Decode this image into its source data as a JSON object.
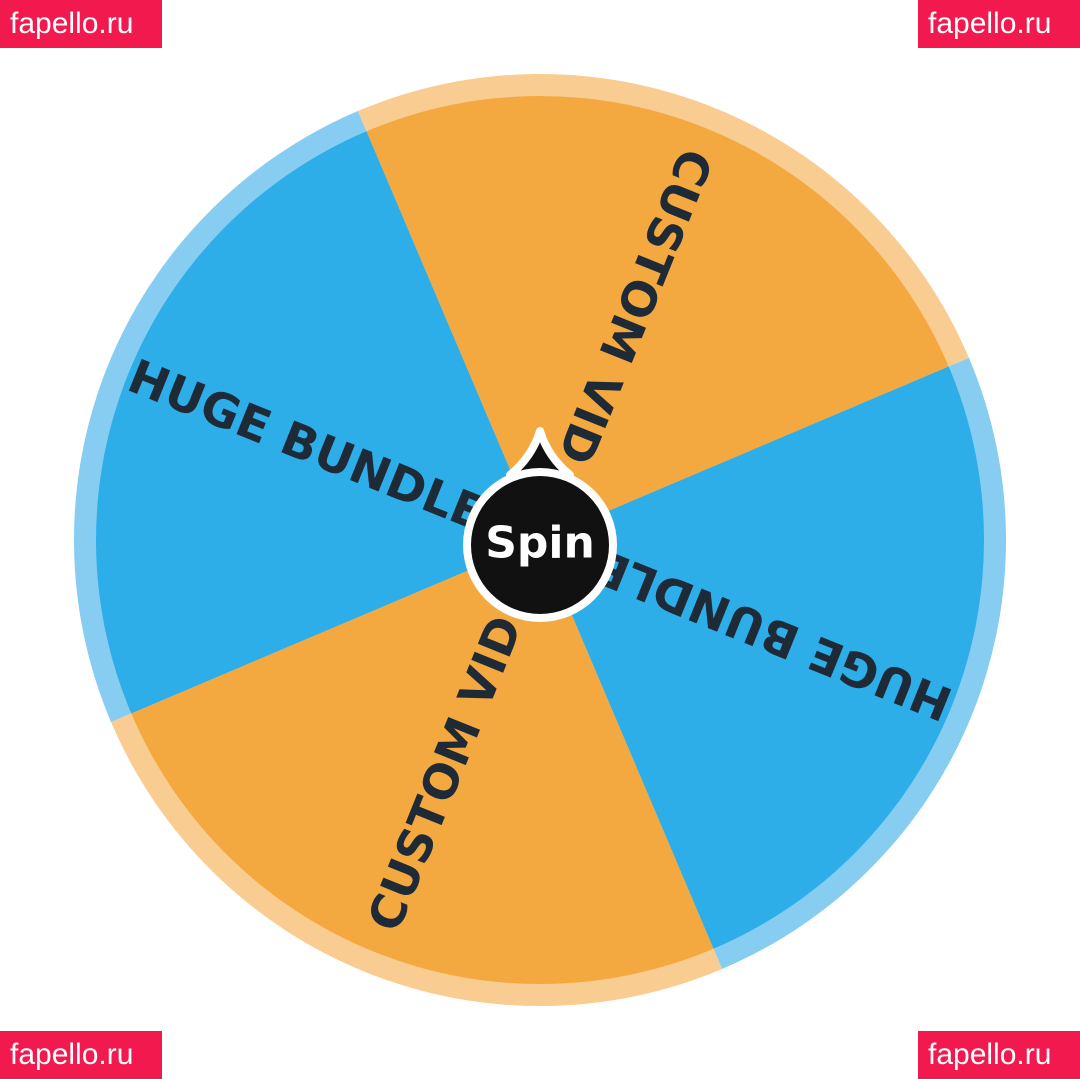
{
  "watermarks": {
    "top_left": "fapello.ru",
    "top_right": "fapello.ru",
    "bottom_left": "fapello.ru",
    "bottom_right": "fapello.ru"
  },
  "wheel": {
    "segments": [
      {
        "label": "HUGE BUNDLE",
        "color": "#2DAEE8",
        "rim": "#86CDF1"
      },
      {
        "label": "CUSTOM VID",
        "color": "#F4A940",
        "rim": "#F9CD91"
      },
      {
        "label": "HUGE BUNDLE",
        "color": "#2DAEE8",
        "rim": "#86CDF1"
      },
      {
        "label": "CUSTOM VID",
        "color": "#F4A940",
        "rim": "#F9CD91"
      }
    ],
    "label_color": "#1E2A36",
    "spin_button": {
      "label": "Spin",
      "color": "#111111",
      "border": "#ffffff",
      "text_color": "#ffffff"
    }
  },
  "colors": {
    "watermark_bg": "#F2194F"
  }
}
